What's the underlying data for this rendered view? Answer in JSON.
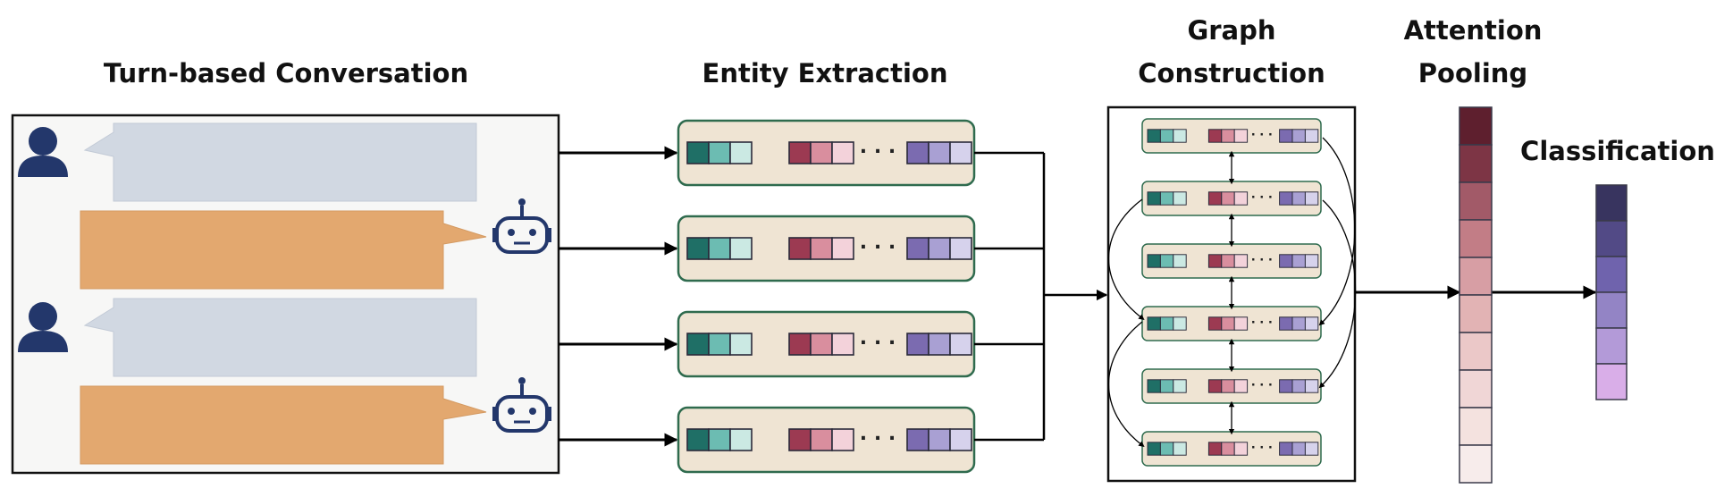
{
  "titles": {
    "conversation": "Turn-based Conversation",
    "entity": "Entity Extraction",
    "graph_line1": "Graph",
    "graph_line2": "Construction",
    "attention_line1": "Attention",
    "attention_line2": "Pooling",
    "classification": "Classification"
  },
  "ellipsis": "· · ·",
  "icons": {
    "user": "user-icon",
    "bot": "robot-icon"
  },
  "colors": {
    "user_bubble": "#d1d8e2",
    "bot_bubble": "#e3a86f",
    "entity_box_fill": "#efe4d3",
    "entity_box_stroke": "#2f6b4e",
    "teal": [
      "#1f6f66",
      "#6cbcb2",
      "#cbe9e3"
    ],
    "rose": [
      "#9c3a52",
      "#d98e9e",
      "#f3d2da"
    ],
    "purple": [
      "#7b6bb0",
      "#a9a0d3",
      "#d6d2ec"
    ],
    "icon": "#23376b",
    "attention": [
      "#5e1f2e",
      "#7d3545",
      "#a25a68",
      "#c27d86",
      "#d79ea4",
      "#e2b3b4",
      "#ebc8c8",
      "#f0d6d6",
      "#f4e2df",
      "#f7eceb"
    ],
    "classification": [
      "#38345f",
      "#524a86",
      "#6f63ad",
      "#9384c5",
      "#b39ad8",
      "#d9aee8"
    ]
  }
}
